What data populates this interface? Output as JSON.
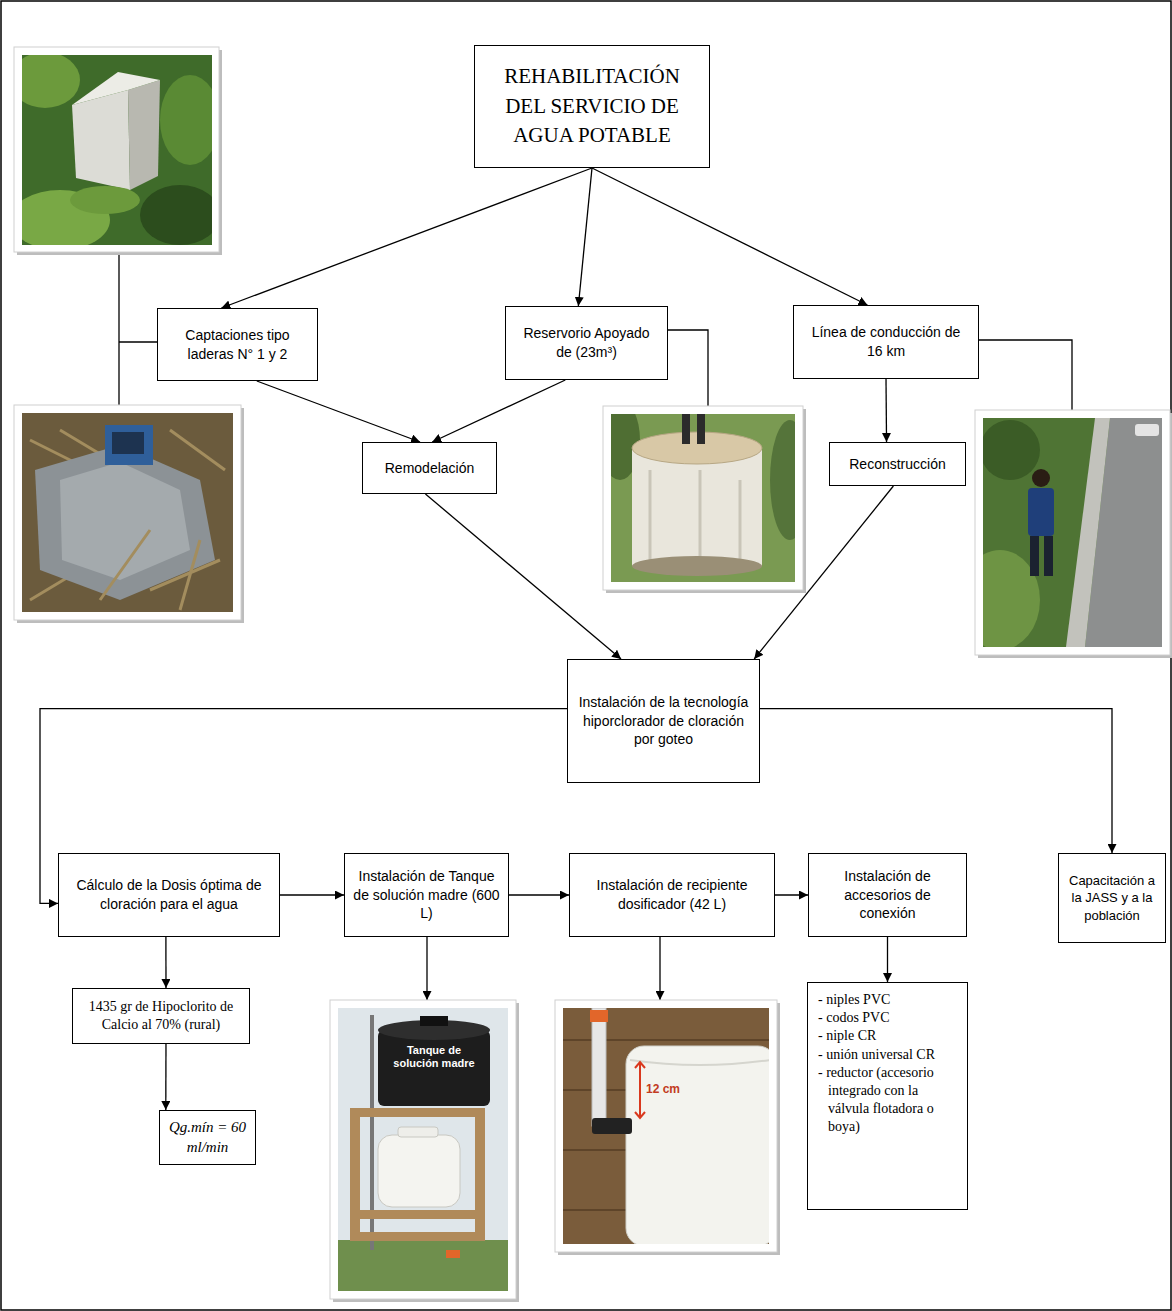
{
  "diagram": {
    "nodes": [
      {
        "text": [
          "REHABILITACIÓN DEL SERVICIO DE AGUA POTABLE"
        ]
      },
      {
        "text": [
          "Captaciones tipo laderas N° 1 y 2"
        ]
      },
      {
        "text": [
          "Reservorio Apoyado de (23m³)"
        ]
      },
      {
        "text": [
          "Línea de conducción de 16 km"
        ]
      },
      {
        "text": [
          "Remodelación"
        ]
      },
      {
        "text": [
          "Reconstrucción"
        ]
      },
      {
        "text": [
          "Instalación de la tecnología hiporclorador de cloración por goteo"
        ]
      },
      {
        "text": [
          "Cálculo de la Dosis óptima de cloración para el agua"
        ]
      },
      {
        "text": [
          "Instalación de Tanque de solución madre (600 L)"
        ]
      },
      {
        "text": [
          "Instalación de recipiente dosificador (42 L)"
        ]
      },
      {
        "text": [
          "Instalación de accesorios de conexión"
        ]
      },
      {
        "text": [
          "Capacitación a la JASS y a la población"
        ]
      },
      {
        "text": [
          "1435 gr de Hipoclorito de Calcio al 70% (rural)"
        ]
      },
      {
        "text": [
          "Qg.mín = 60 ml/min"
        ]
      },
      {
        "text": [
          "- niples PVC",
          "- codos PVC",
          "- niple CR",
          "- unión universal CR",
          "- reductor (accesorio integrado con la válvula flotadora o boya)"
        ]
      }
    ],
    "edges": [
      {
        "from": 0,
        "to": 1,
        "arrow": "to"
      },
      {
        "from": 0,
        "to": 2,
        "arrow": "to"
      },
      {
        "from": 0,
        "to": 3,
        "arrow": "to"
      },
      {
        "from": 1,
        "to": 4,
        "arrow": "to"
      },
      {
        "from": 2,
        "to": 4,
        "arrow": "to"
      },
      {
        "from": 3,
        "to": 5,
        "arrow": "to"
      },
      {
        "from": 4,
        "to": 6,
        "arrow": "to"
      },
      {
        "from": 5,
        "to": 6,
        "arrow": "to"
      },
      {
        "from": 6,
        "to": 7,
        "arrow": "to"
      },
      {
        "from": 6,
        "to": 11,
        "arrow": "to"
      },
      {
        "from": 7,
        "to": 8,
        "arrow": "to"
      },
      {
        "from": 8,
        "to": 9,
        "arrow": "to"
      },
      {
        "from": 9,
        "to": 10,
        "arrow": "to"
      },
      {
        "from": 7,
        "to": 12,
        "arrow": "to"
      },
      {
        "from": 12,
        "to": 13,
        "arrow": "to"
      },
      {
        "from": 10,
        "to": 14,
        "arrow": "to"
      }
    ],
    "labels": [
      "Tanque de solución madre",
      "12 cm"
    ]
  }
}
